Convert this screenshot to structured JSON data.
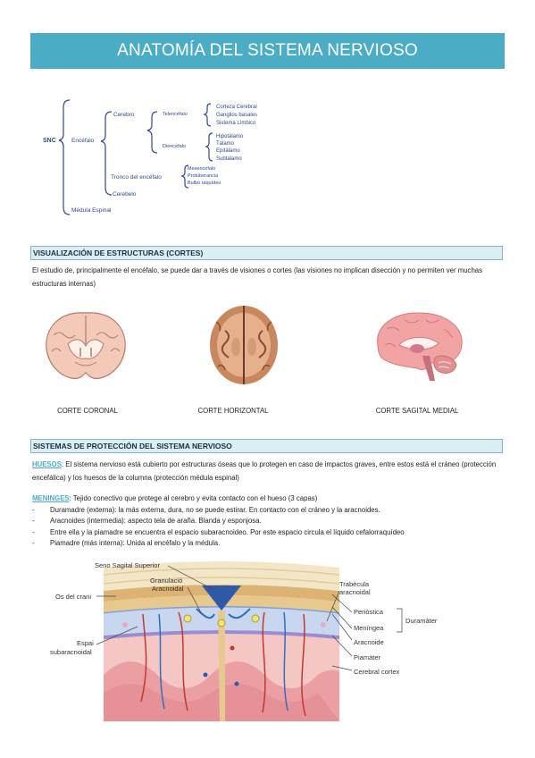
{
  "title": "ANATOMÍA DEL SISTEMA NERVIOSO",
  "tree": {
    "snc": "SNC",
    "encefalo": "Encéfalo",
    "cerebro": "Cerebro",
    "telencefalo": "Telencéfalo",
    "tel_items": [
      "Corteza Cerebral",
      "Ganglios basales",
      "Sistema Límbico"
    ],
    "diencefalo": "Diencéfalo",
    "dien_items": [
      "Hipotálamo",
      "Tálamo",
      "Epitálamo",
      "Subtálamo"
    ],
    "tronco": "Tronco del encéfalo",
    "tronco_items": [
      "Mesencéfalo",
      "Protuberancia",
      "Bulbo raquídeo"
    ],
    "cerebelo": "Cerebelo",
    "medula": "Médula Espinal"
  },
  "section1": {
    "heading": "VISUALIZACIÓN DE ESTRUCTURAS (CORTES)",
    "text": "El estudio de, principalmente el encéfalo, se puede dar a través de visiones o cortes (las visiones no implican disección y no permiten ver muchas estructuras internas)",
    "captions": [
      "CORTE CORONAL",
      "CORTE HORIZONTAL",
      "CORTE SAGITAL MEDIAL"
    ]
  },
  "section2": {
    "heading": "SISTEMAS DE PROTECCIÓN DEL SISTEMA NERVIOSO",
    "huesos_label": "HUESOS",
    "huesos_text": ": El sistema nervioso está cubierto por estructuras óseas que lo protegen en caso de impactos graves, entre estos está el cráneo (protección encefálica) y los huesos de la columna (protección médula espinal)",
    "meninges_label": "MENINGES",
    "meninges_text": ": Tejido conectivo que protege al cerebro y evita contacto con el hueso (3 capas)",
    "bullets": [
      "Duramadre (externa): la más externa, dura, no se puede estirar. En contacto con el cráneo y la aracnoides.",
      "Aracnoides (intermedia): aspecto tela de araña. Blanda y esponjosa.",
      "Entre ella y la piamadre se encuentra el espacio subaracnoideo. Por este espacio circula el líquido cefalorraquídeo",
      "Piamadre (más interna): Unida al encéfalo y la médula."
    ]
  },
  "diagram": {
    "seno": "Seno Sagital Superior",
    "granulacio": "Granulació",
    "aracnoidal": "Aracnoidal",
    "os": "Os del crani",
    "espai1": "Espai",
    "espai2": "subaracnoidal",
    "trabecula1": "Trabècula",
    "trabecula2": "aracnoidal",
    "periostica": "Periòstica",
    "meningea": "Meníngea",
    "duramater": "Duramàter",
    "aracnoide": "Aracnoide",
    "piamater": "Piamàter",
    "cortex": "Cerebral cortex"
  },
  "colors": {
    "accent": "#4bacc6",
    "tree_text": "#2e4a8a"
  }
}
